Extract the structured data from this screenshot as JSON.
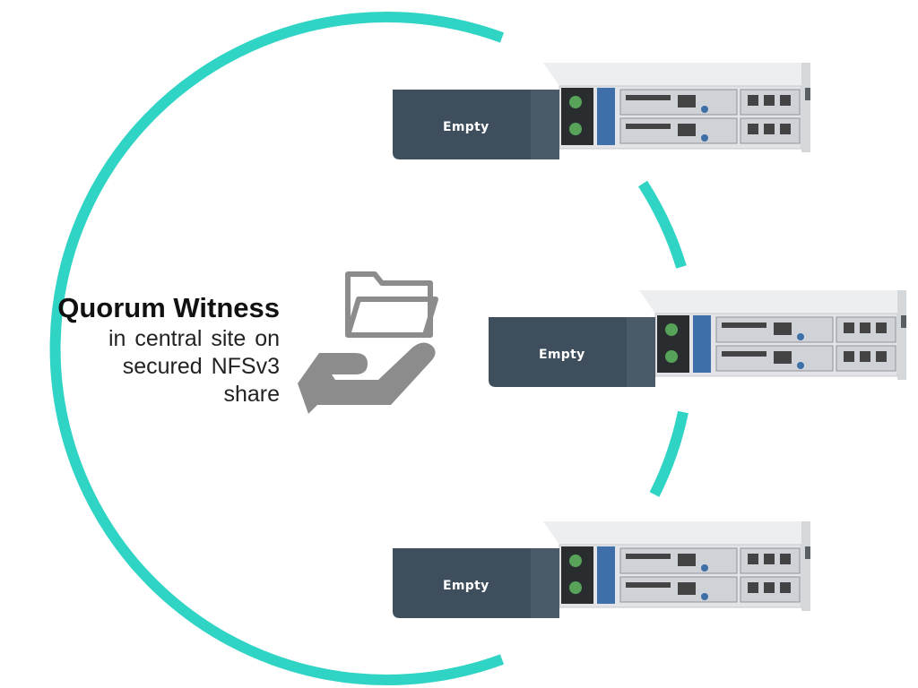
{
  "witness": {
    "title": "Quorum Witness",
    "description_lines": [
      "in central site on",
      "secured NFSv3",
      "share"
    ],
    "icon": "folder-share-hand-icon"
  },
  "servers": [
    {
      "id": "server-1",
      "bay_label": "Empty"
    },
    {
      "id": "server-2",
      "bay_label": "Empty"
    },
    {
      "id": "server-3",
      "bay_label": "Empty"
    }
  ],
  "colors": {
    "ring": "#2fd4c5",
    "bay_panel": "#3e4e5c",
    "icon_gray": "#8c8c8c",
    "chassis": "#e4e6e8"
  }
}
